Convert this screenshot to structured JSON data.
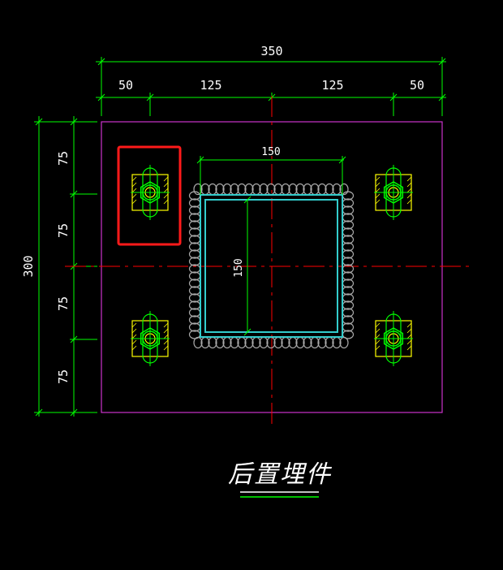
{
  "colors": {
    "background": "#000000",
    "dimension_line": "#00ff00",
    "plate_outline": "#cc33cc",
    "center_line": "#ff0000",
    "tube_inner": "#33cccc",
    "weld_bead": "#aaaaaa",
    "anchor_bolt": "#ffff00",
    "bolt_hex": "#00ff00",
    "highlight_box": "#ff0000",
    "text": "#ffffff"
  },
  "dimensions": {
    "overall_width": "350",
    "top_segments": [
      "50",
      "125",
      "125",
      "50"
    ],
    "overall_height": "300",
    "left_segments": [
      "75",
      "75",
      "75",
      "75"
    ],
    "tube_width": "150",
    "tube_height": "150"
  },
  "title": "后置埋件",
  "icons": {
    "anchor_bolt": "anchor-bolt-icon",
    "weld": "weld-bead-icon"
  }
}
